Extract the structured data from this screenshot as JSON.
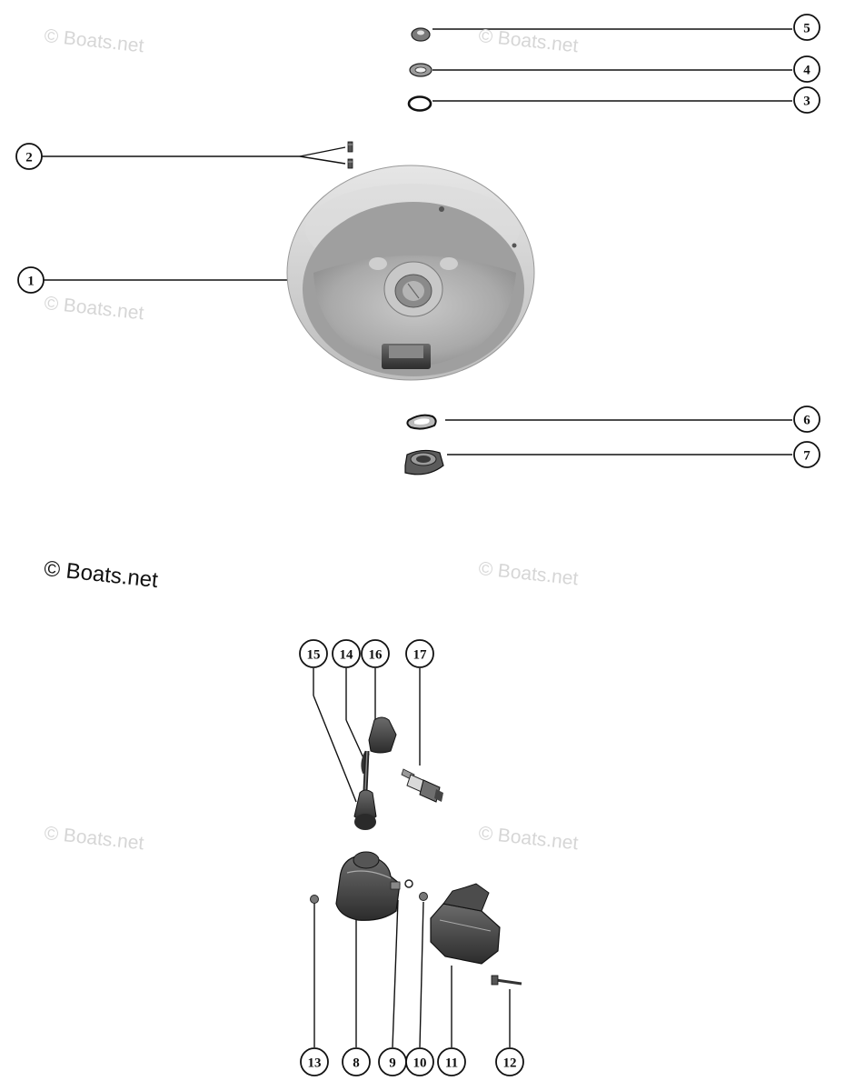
{
  "watermark": {
    "text": "© Boats.net"
  },
  "callouts": {
    "c1": "1",
    "c2": "2",
    "c3": "3",
    "c4": "4",
    "c5": "5",
    "c6": "6",
    "c7": "7",
    "c8": "8",
    "c9": "9",
    "c10": "10",
    "c11": "11",
    "c12": "12",
    "c13": "13",
    "c14": "14",
    "c15": "15",
    "c16": "16",
    "c17": "17"
  },
  "parts_icons": {
    "flywheel": "flywheel-icon",
    "key": "key-icon",
    "o_ring": "o-ring-icon",
    "washer": "washer-icon",
    "nut": "nut-icon",
    "plate_washer": "plate-washer-icon",
    "hub_nut": "hub-nut-icon",
    "ignition_coil": "ignition-coil-icon",
    "coil_cover": "coil-cover-icon",
    "screw": "screw-icon",
    "spark_plug_wire": "spark-plug-wire-icon",
    "spark_plug": "spark-plug-icon"
  }
}
